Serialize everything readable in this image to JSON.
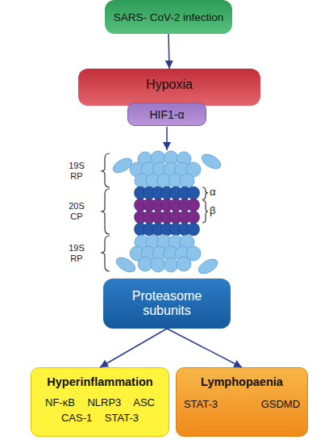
{
  "diagram": {
    "nodes": [
      {
        "text": [
          "SARS- CoV-2 infection"
        ]
      },
      {
        "text": [
          "Hypoxia"
        ]
      },
      {
        "text": [
          "HIF1-α"
        ]
      },
      {
        "text": [
          "Proteasome subunits"
        ]
      },
      {
        "text": [
          "Hyperinflammation",
          "NF-κB NLRP3 ASC CAS-1 STAT-3"
        ]
      },
      {
        "text": [
          "Lymphopaenia",
          "STAT-3 GSDMD"
        ]
      }
    ],
    "edges": [
      {
        "from": 0,
        "to": 1,
        "arrow": "to"
      },
      {
        "from": 3,
        "to": 4,
        "arrow": "to"
      },
      {
        "from": 3,
        "to": 5,
        "arrow": "to"
      }
    ],
    "labels": [
      "19S RP",
      "α",
      "20S CP",
      "β",
      "19S RP"
    ]
  }
}
